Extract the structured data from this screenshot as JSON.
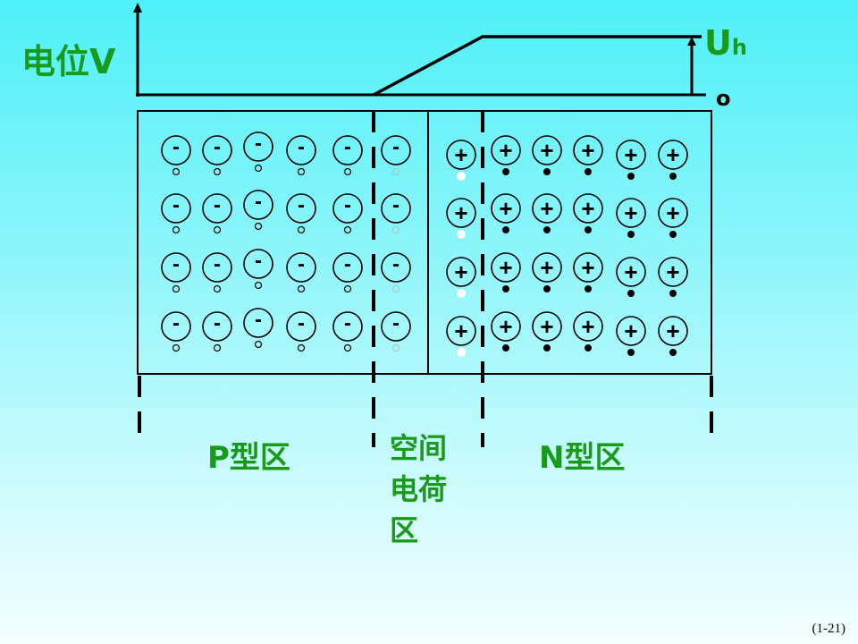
{
  "axis": {
    "title": "电位V",
    "voltage_symbol": "U",
    "voltage_subscript": "h",
    "origin_label": "o"
  },
  "regions": {
    "p": "P型区",
    "depletion": [
      "空间",
      "电荷",
      "区"
    ],
    "n": "N型区"
  },
  "ions": {
    "negative_symbol": "-",
    "positive_symbol": "+",
    "rows": 4,
    "p_columns": 5,
    "depletion_negative_columns": 1,
    "depletion_positive_columns": 1,
    "n_columns": 5
  },
  "page_number": "(1-21)"
}
